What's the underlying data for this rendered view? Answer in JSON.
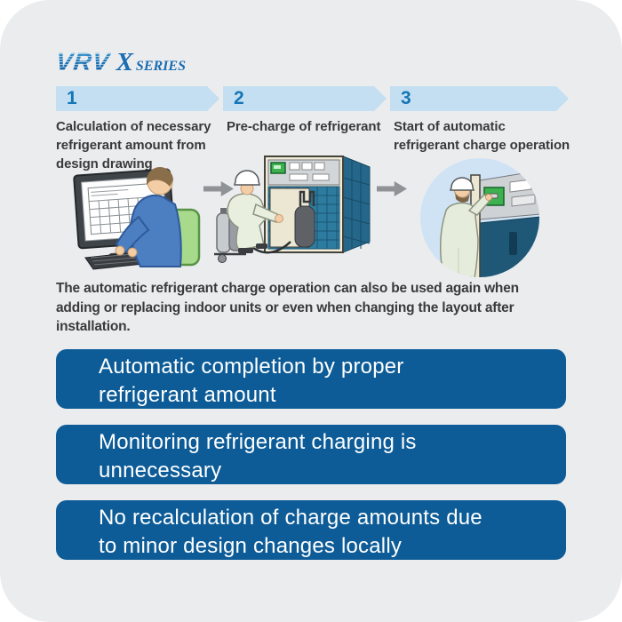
{
  "logo": {
    "vrv": "VRV",
    "x": "X",
    "series": "SERIES"
  },
  "colors": {
    "brand_blue": "#1a6db2",
    "step_bar_blue": "#c4dff1",
    "step_number_blue": "#1476b6",
    "banner_blue": "#0d5c97",
    "card_background": "#ebecee",
    "text_gray": "#3a3a3a",
    "flow_arrow_gray": "#8f9396",
    "circle_badge_blue": "#cfe3f5",
    "display_green": "#3db14e"
  },
  "steps": [
    {
      "number": "1",
      "label": "Calculation of necessary\nrefrigerant amount from\ndesign drawing",
      "illustration": "engineer-at-computer"
    },
    {
      "number": "2",
      "label": "Pre-charge of refrigerant",
      "illustration": "technician-precharging-outdoor-unit"
    },
    {
      "number": "3",
      "label": "Start of automatic\nrefrigerant charge operation",
      "illustration": "technician-pressing-start-panel"
    }
  ],
  "description": "The automatic refrigerant charge operation can also be used again when\nadding or replacing indoor units or even when changing the layout after\ninstallation.",
  "benefits": [
    "Automatic completion by proper\nrefrigerant amount",
    "Monitoring refrigerant charging is\nunnecessary",
    "No recalculation of charge amounts due\nto minor design changes locally"
  ]
}
